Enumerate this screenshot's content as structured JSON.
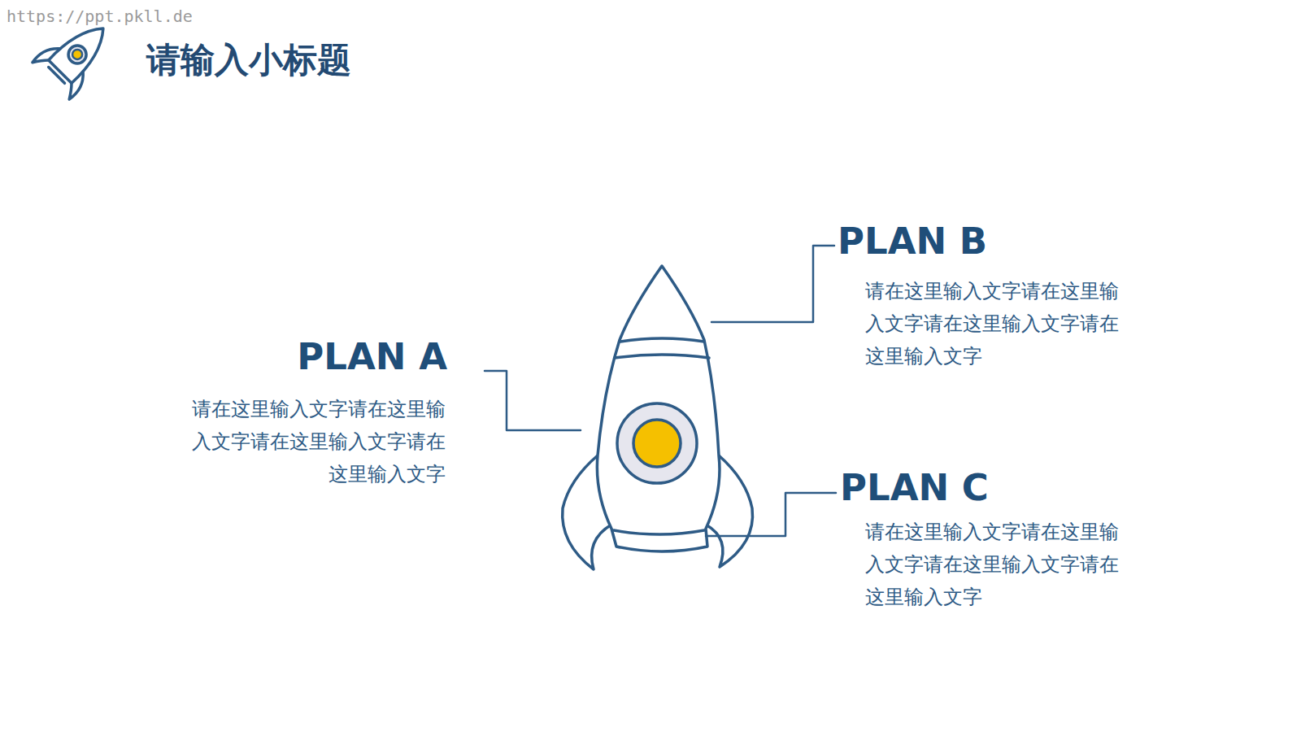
{
  "diagram": {
    "title": "请输入小标题",
    "labels": [
      "https://ppt.pkll.de",
      "PLAN A",
      "请在这里输入文字请在这里输 入文字请在这里输入文字请在 这里输入文字",
      "PLAN B",
      "请在这里输入文字请在这里输 入文字请在这里输入文字请在 这里输入文字",
      "PLAN C",
      "请在这里输入文字请在这里输 入文字请在这里输入文字请在 这里输入文字"
    ]
  }
}
